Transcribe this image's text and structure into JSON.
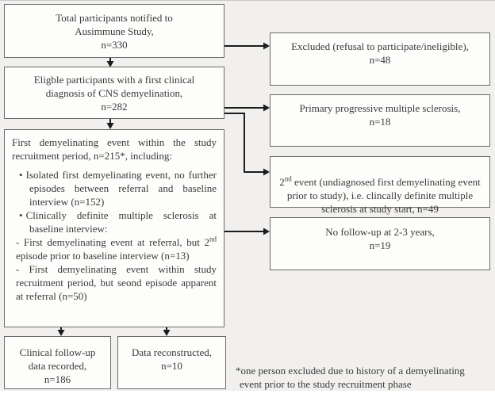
{
  "bullet_char": "•",
  "colors": {
    "diagram_bg": "#f1f0ee",
    "box_bg": "#fdfdfc",
    "box_border": "#6b6b6b",
    "text": "#3a3a3a",
    "arrow": "#1c1c1c"
  },
  "boxes": {
    "total": {
      "text": "Total participants notified to\nAusimmune Study,\nn=330"
    },
    "eligible": {
      "text": "Eligble participants with a first clinical\ndiagnosis of CNS demyelination,\nn=282"
    },
    "first_event": {
      "header": "First demyelinating event within the study recruitment period, n=215*, including:",
      "bullet1": "Isolated first demyelinating event, no further episodes between referral and baseline interview (n=152)",
      "bullet2": "Clinically definite multiple sclerosis at baseline interview:",
      "dash1_pre": "- First demyelinating event at referral, but 2",
      "dash1_sup": "nd",
      "dash1_post": " episode prior to baseline interview (n=13)",
      "dash2": "- First demyelinating event within study recruitment period, but seond episode apparent at referral (n=50)"
    },
    "clinical_followup": {
      "text": "Clinical follow-up\ndata recorded,\nn=186"
    },
    "data_reconstructed": {
      "text": "Data reconstructed,\nn=10"
    },
    "excluded": {
      "text": "Excluded (refusal to participate/ineligible),\nn=48"
    },
    "primary_progressive": {
      "text": "Primary progressive multiple sclerosis,\nn=18"
    },
    "second_event": {
      "pre": "2",
      "sup": "nd",
      "post": " event (undiagnosed first demyelinating event prior to study), i.e. clincally definite multiple sclerosis at study start, n=49"
    },
    "no_followup": {
      "text": "No follow-up at 2-3 years,\nn=19"
    }
  },
  "footnote": "*one person excluded due to history of a demyelinating\nevent prior to the study recruitment phase"
}
